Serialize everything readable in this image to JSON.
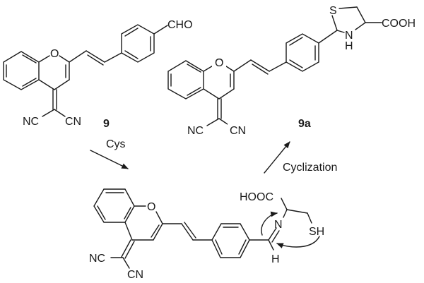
{
  "compound_9": {
    "cho": "CHO",
    "o": "O",
    "nc": "NC",
    "cn": "CN",
    "label": "9"
  },
  "compound_9a": {
    "o": "O",
    "nc": "NC",
    "cn": "CN",
    "s": "S",
    "n": "N",
    "h": "H",
    "cooh": "COOH",
    "label": "9a"
  },
  "intermediate": {
    "o": "O",
    "nc": "NC",
    "cn": "CN",
    "hooc": "HOOC",
    "n": "N",
    "sh": "SH",
    "h": "H"
  },
  "arrows": {
    "step1": "Cys",
    "step2": "Cyclization"
  }
}
